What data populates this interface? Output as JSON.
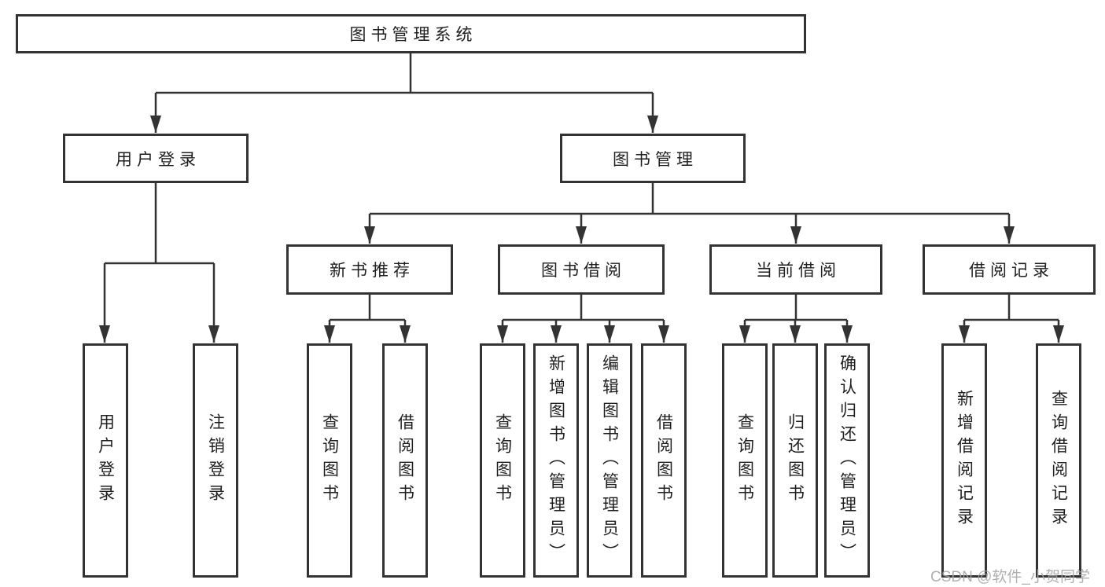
{
  "diagram": {
    "root": {
      "label": "图书管理系统"
    },
    "branches": [
      {
        "label": "用户登录",
        "children": [
          {
            "label": "用户登录"
          },
          {
            "label": "注销登录"
          }
        ]
      },
      {
        "label": "图书管理",
        "children": [
          {
            "label": "新书推荐",
            "children": [
              {
                "label": "查询图书"
              },
              {
                "label": "借阅图书"
              }
            ]
          },
          {
            "label": "图书借阅",
            "children": [
              {
                "label": "查询图书"
              },
              {
                "label": "新增图书（管理员）"
              },
              {
                "label": "编辑图书（管理员）"
              },
              {
                "label": "借阅图书"
              }
            ]
          },
          {
            "label": "当前借阅",
            "children": [
              {
                "label": "查询图书"
              },
              {
                "label": "归还图书"
              },
              {
                "label": "确认归还（管理员）"
              }
            ]
          },
          {
            "label": "借阅记录",
            "children": [
              {
                "label": "新增借阅记录"
              },
              {
                "label": "查询借阅记录"
              }
            ]
          }
        ]
      }
    ],
    "watermark": "CSDN @软件_小贺同学",
    "colors": {
      "line": "#333333",
      "box_border": "#333333",
      "text": "#1f1f1f",
      "watermark": "#a5a5a5",
      "background": "#ffffff"
    }
  }
}
